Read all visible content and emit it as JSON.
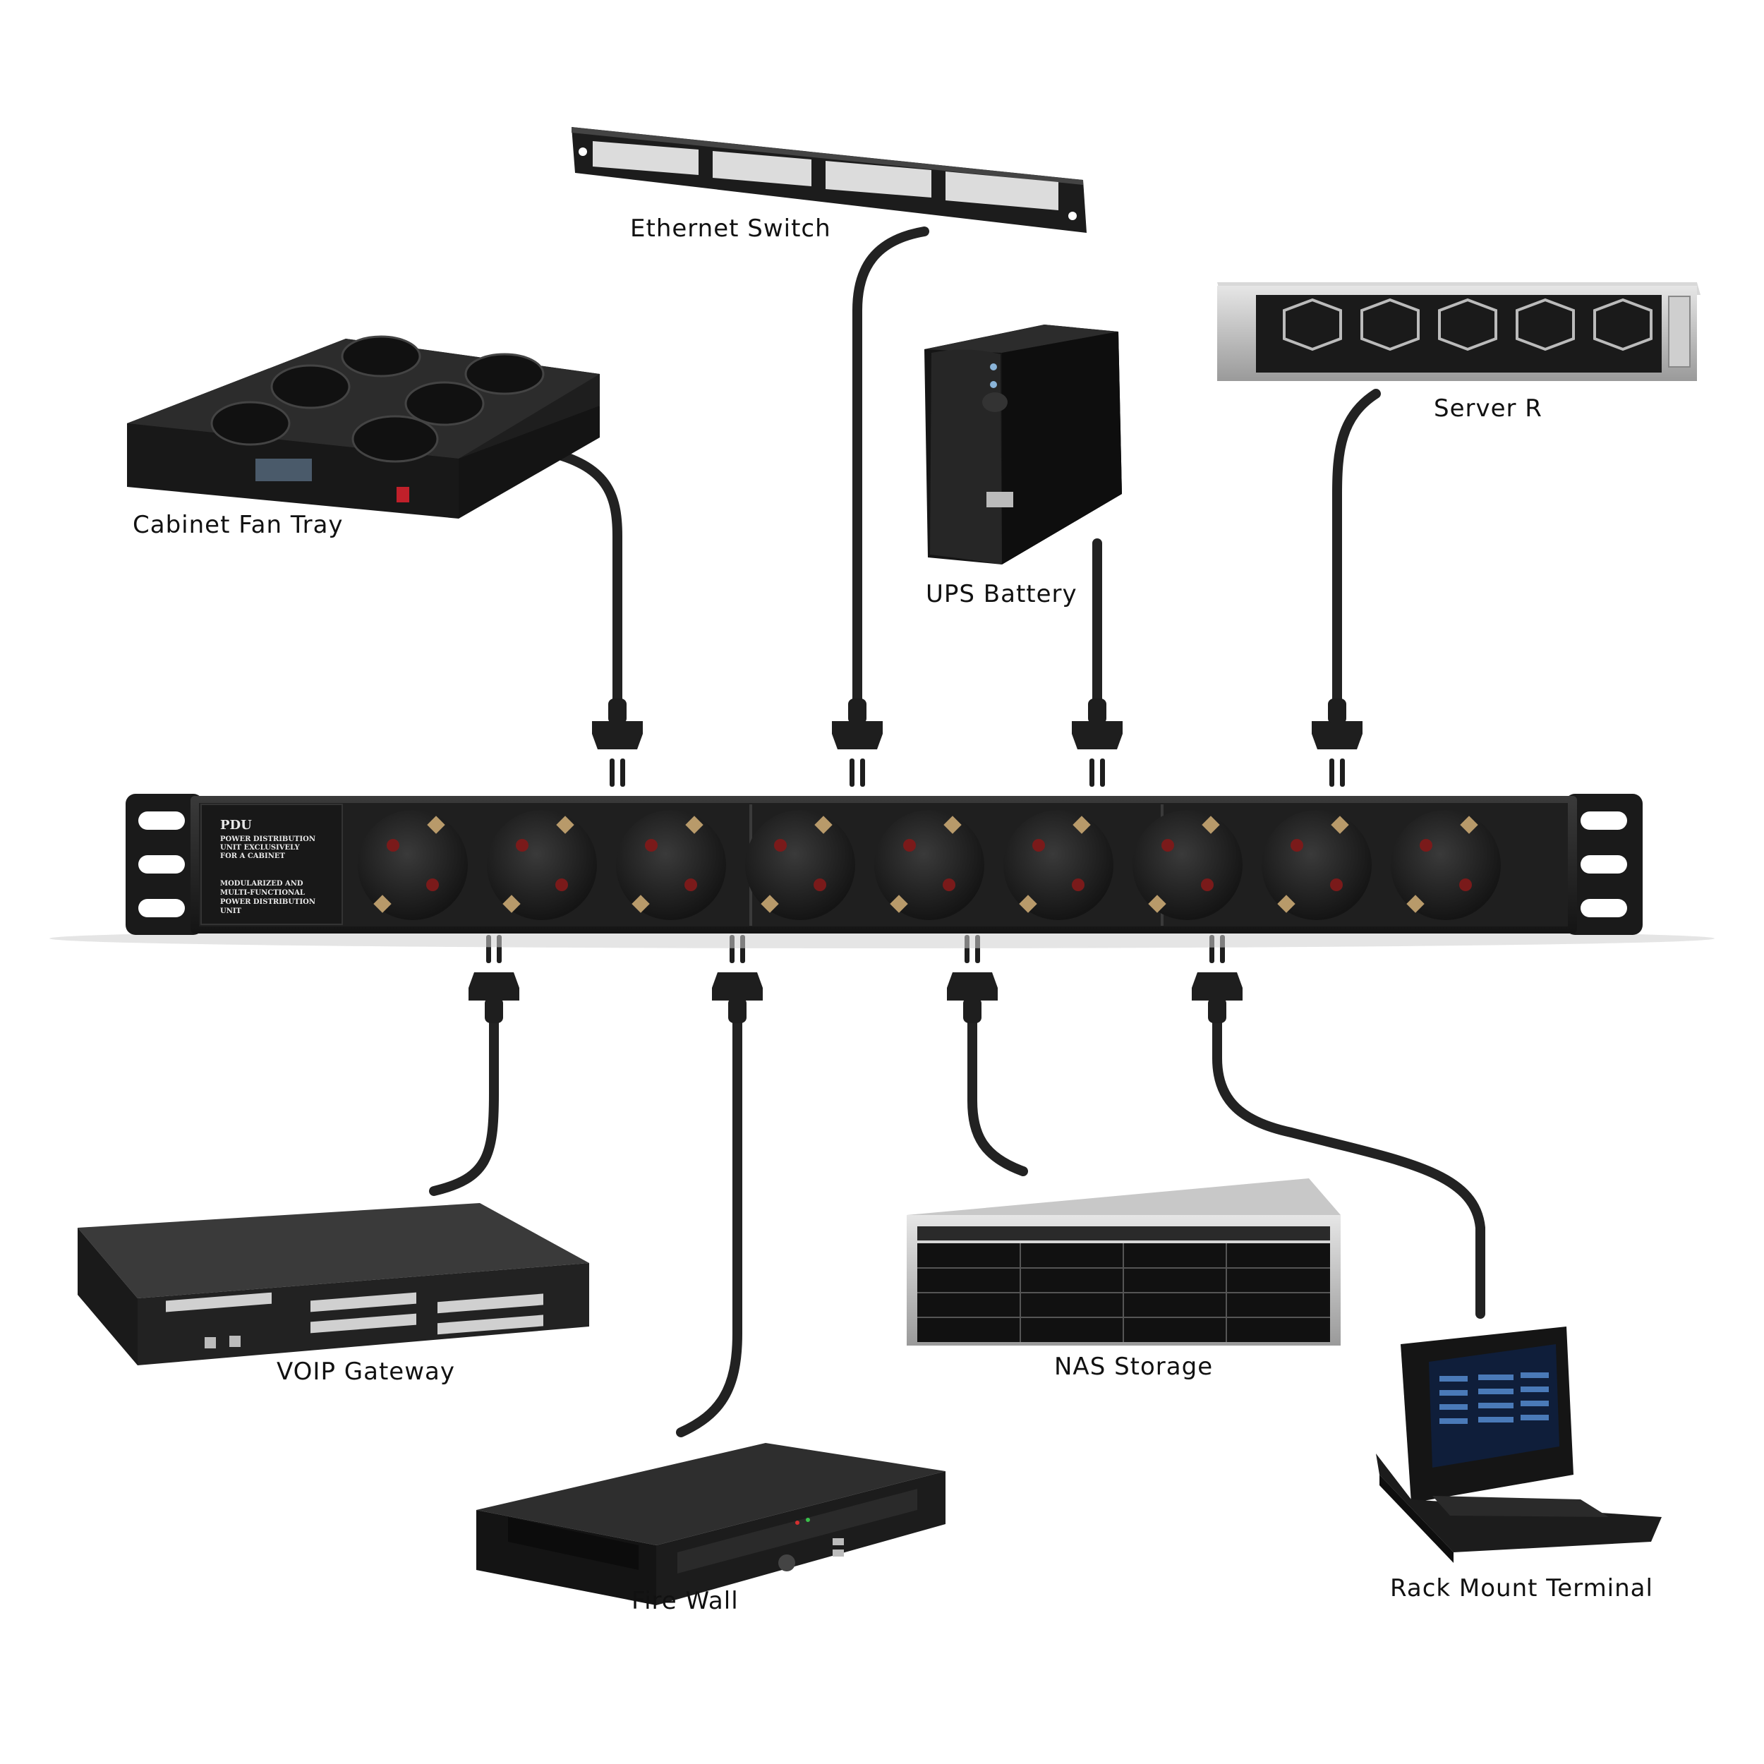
{
  "colors": {
    "background": "#ffffff",
    "device_body": "#1c1c1c",
    "device_face": "#2a2a2a",
    "cable": "#222222",
    "label_text": "#111111",
    "socket_pin": "#b89a6a",
    "socket_led": "#7a1a1a"
  },
  "pdu": {
    "name": "PDU",
    "desc1": "POWER DISTRIBUTION",
    "desc2": "UNIT EXCLUSIVELY",
    "desc3": "FOR A CABINET",
    "desc4": "MODULARIZED AND",
    "desc5": "MULTI-FUNCTIONAL",
    "desc6": "POWER DISTRIBUTION",
    "desc7": "UNIT",
    "socket_count": 9
  },
  "devices": [
    {
      "id": "cabinet-fan-tray",
      "label": "Cabinet Fan Tray",
      "icon": "fan-tray-icon",
      "side": "top"
    },
    {
      "id": "ethernet-switch",
      "label": "Ethernet Switch",
      "icon": "patch-panel-icon",
      "side": "top"
    },
    {
      "id": "ups-battery",
      "label": "UPS Battery",
      "icon": "ups-icon",
      "side": "top"
    },
    {
      "id": "server-r",
      "label": "Server R",
      "icon": "server-icon",
      "side": "top"
    },
    {
      "id": "voip-gateway",
      "label": "VOIP Gateway",
      "icon": "gateway-icon",
      "side": "bottom"
    },
    {
      "id": "fire-wall",
      "label": "Fire Wall",
      "icon": "firewall-icon",
      "side": "bottom"
    },
    {
      "id": "nas-storage",
      "label": "NAS Storage",
      "icon": "nas-icon",
      "side": "bottom"
    },
    {
      "id": "rack-mount-terminal",
      "label": "Rack Mount Terminal",
      "icon": "kvm-terminal-icon",
      "side": "bottom"
    }
  ]
}
